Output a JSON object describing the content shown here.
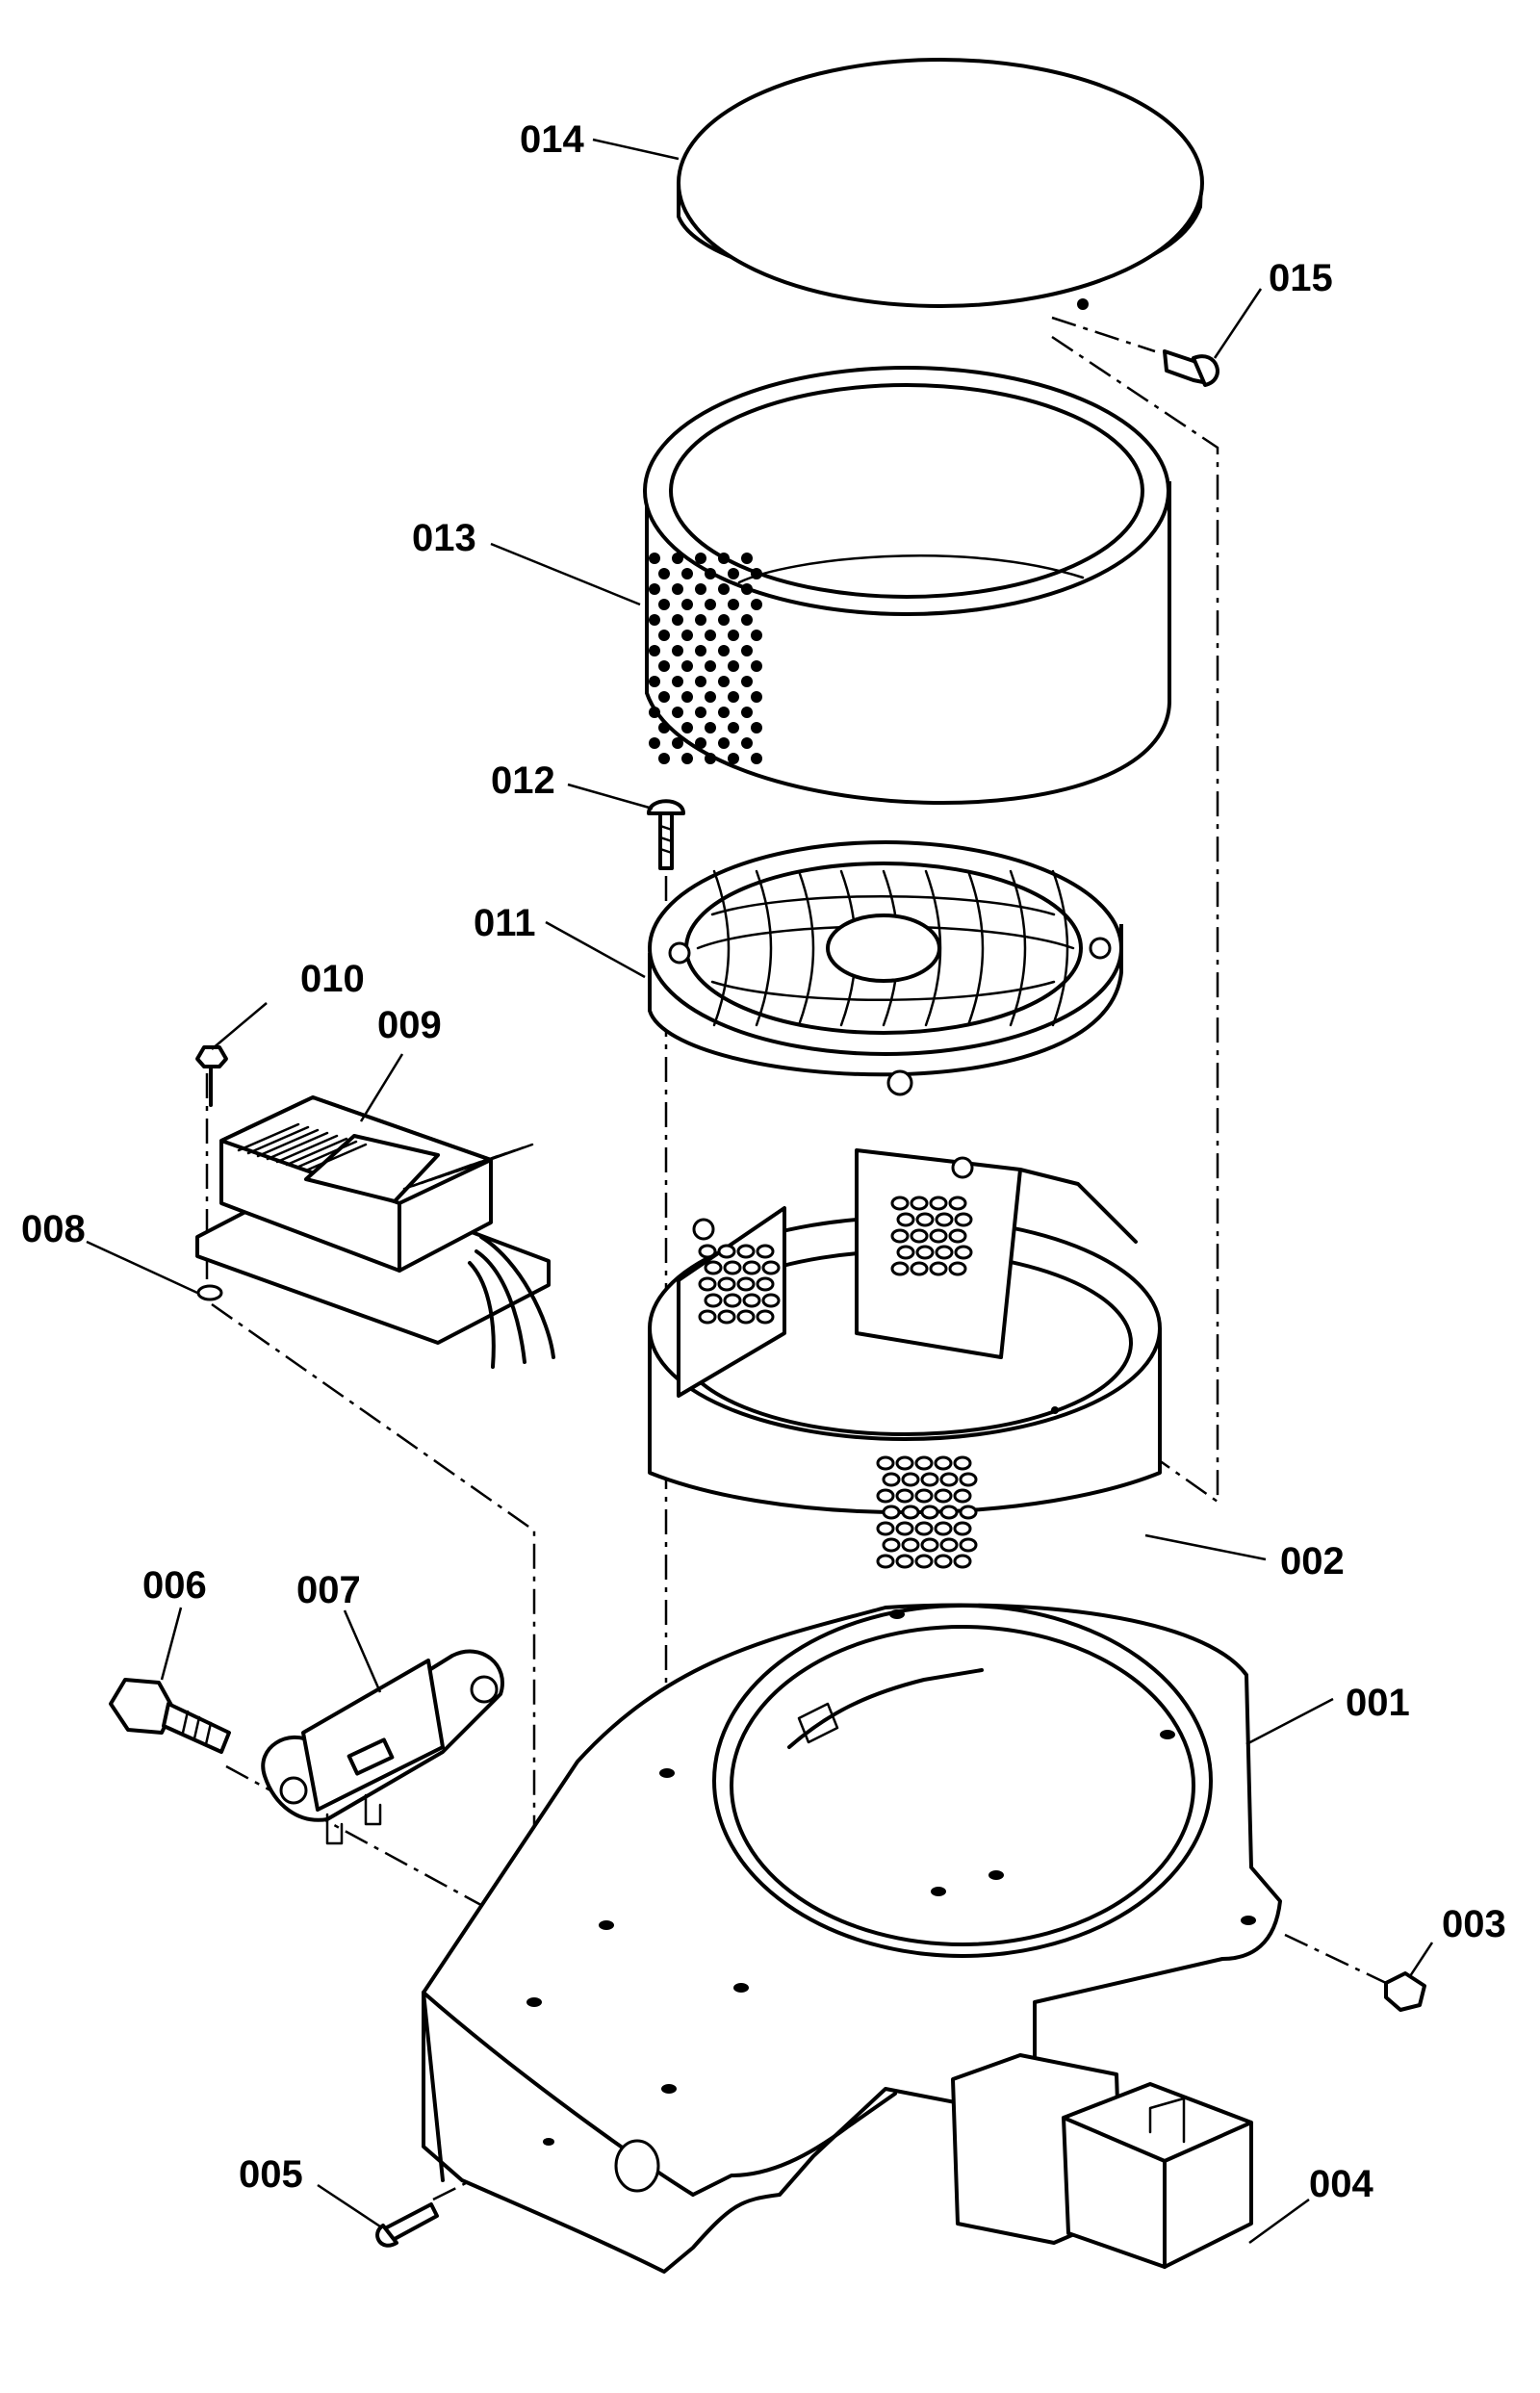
{
  "parts": [
    {
      "key": "p001",
      "label": "001"
    },
    {
      "key": "p002",
      "label": "002"
    },
    {
      "key": "p003",
      "label": "003"
    },
    {
      "key": "p004",
      "label": "004"
    },
    {
      "key": "p005",
      "label": "005"
    },
    {
      "key": "p006",
      "label": "006"
    },
    {
      "key": "p007",
      "label": "007"
    },
    {
      "key": "p008",
      "label": "008"
    },
    {
      "key": "p009",
      "label": "009"
    },
    {
      "key": "p010",
      "label": "010"
    },
    {
      "key": "p011",
      "label": "011"
    },
    {
      "key": "p012",
      "label": "012"
    },
    {
      "key": "p013",
      "label": "013"
    },
    {
      "key": "p014",
      "label": "014"
    },
    {
      "key": "p015",
      "label": "015"
    }
  ]
}
